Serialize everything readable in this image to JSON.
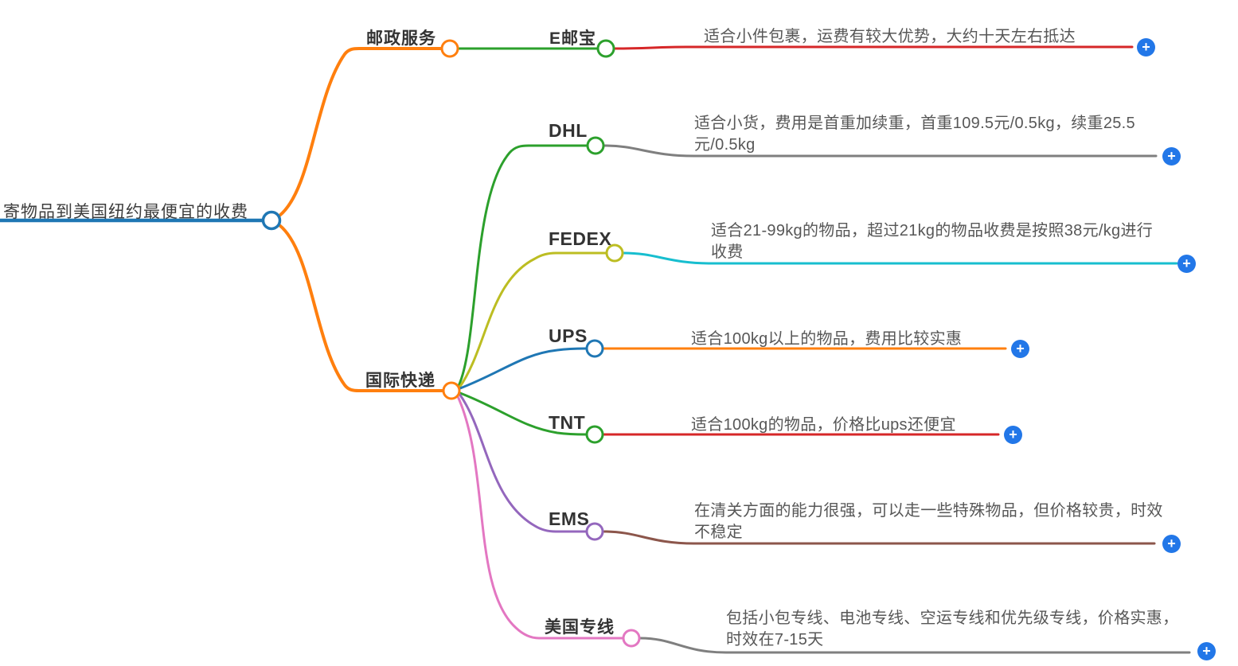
{
  "palette": {
    "root_blue": "#1f77b4",
    "branch_orange": "#ff7f0e",
    "green": "#2ca02c",
    "red": "#d62728",
    "blue": "#1f77b4",
    "olive": "#bcbd22",
    "cyan": "#17becf",
    "purple": "#9467bd",
    "brown": "#8c564b",
    "pink": "#e377c2",
    "gray": "#7f7f7f",
    "expand_button": "#2277e8",
    "node_text": "#333333",
    "desc_text": "#575757"
  },
  "mindmap": {
    "root": {
      "label": "寄物品到美国纽约最便宜的收费"
    },
    "branches": [
      {
        "label": "邮政服务",
        "children": [
          {
            "label": "E邮宝",
            "description": "适合小件包裹，运费有较大优势，大约十天左右抵达"
          }
        ]
      },
      {
        "label": "国际快递",
        "children": [
          {
            "label": "DHL",
            "description": "适合小货，费用是首重加续重，首重109.5元/0.5kg，续重25.5元/0.5kg"
          },
          {
            "label": "FEDEX",
            "description": "适合21-99kg的物品，超过21kg的物品收费是按照38元/kg进行收费"
          },
          {
            "label": "UPS",
            "description": "适合100kg以上的物品，费用比较实惠"
          },
          {
            "label": "TNT",
            "description": "适合100kg的物品，价格比ups还便宜"
          },
          {
            "label": "EMS",
            "description": "在清关方面的能力很强，可以走一些特殊物品，但价格较贵，时效不稳定"
          },
          {
            "label": "美国专线",
            "description": "包括小包专线、电池专线、空运专线和优先级专线，价格实惠，时效在7-15天"
          }
        ]
      }
    ],
    "expand_icon": "+"
  }
}
